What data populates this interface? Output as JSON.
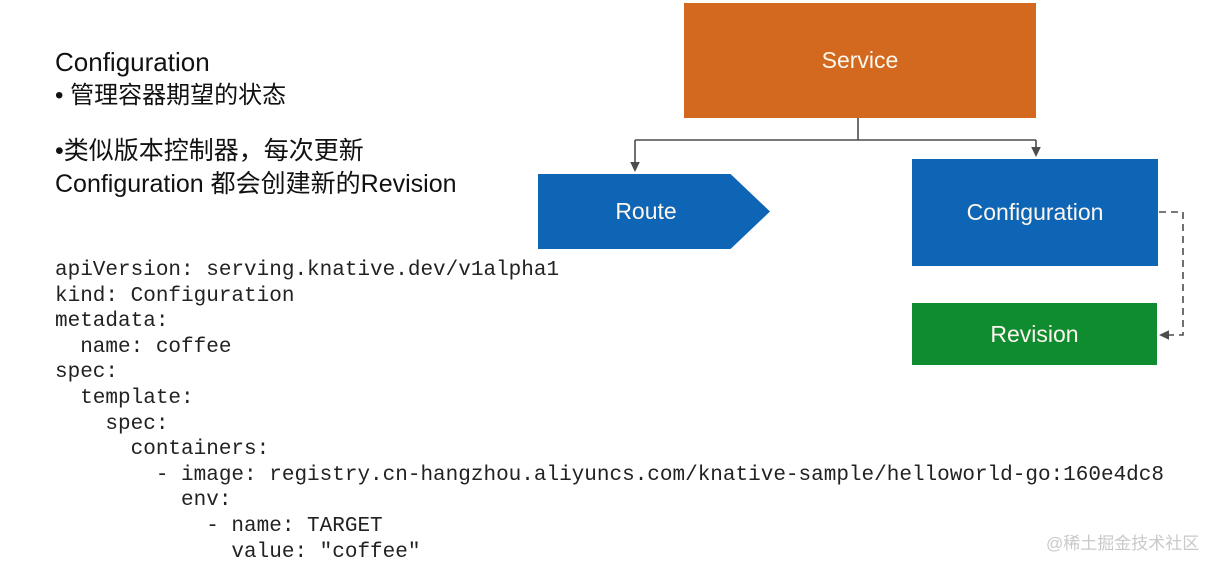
{
  "left_panel": {
    "title": "Configuration",
    "bullet1": "• 管理容器期望的状态",
    "bullet2_line1": "•类似版本控制器，每次更新",
    "bullet2_line2": "Configuration 都会创建新的Revision"
  },
  "code": {
    "language": "yaml",
    "lines": [
      "apiVersion: serving.knative.dev/v1alpha1",
      "kind: Configuration",
      "metadata:",
      "  name: coffee",
      "spec:",
      "  template:",
      "    spec:",
      "      containers:",
      "        - image: registry.cn-hangzhou.aliyuncs.com/knative-sample/helloworld-go:160e4dc8",
      "          env:",
      "            - name: TARGET",
      "              value: \"coffee\""
    ]
  },
  "diagram": {
    "nodes": {
      "service": {
        "label": "Service",
        "color": "#d2691e"
      },
      "route": {
        "label": "Route",
        "color": "#0f65b5"
      },
      "configuration": {
        "label": "Configuration",
        "color": "#0f65b5"
      },
      "revision": {
        "label": "Revision",
        "color": "#0f8b30"
      }
    },
    "label_color": "#fcf6ee",
    "connector_color": "#4d4d4d",
    "edges": [
      "service -> route (solid arrow)",
      "service -> configuration (solid arrow)",
      "configuration -> revision (dashed arrow, right side)"
    ]
  },
  "watermark": {
    "text": "@稀土掘金技术社区",
    "color": "#c9c9c9"
  }
}
